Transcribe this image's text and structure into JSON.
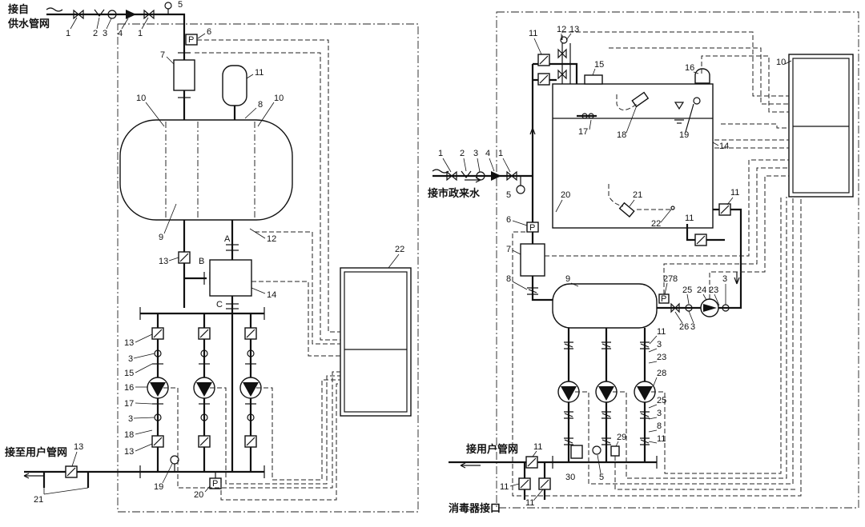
{
  "left": {
    "supply_label_line1": "接自",
    "supply_label_line2": "供水管网",
    "user_label": "接至用户管网",
    "tag_P": "P",
    "letters": {
      "A": "A",
      "B": "B",
      "C": "C"
    },
    "callouts": {
      "n1a": "1",
      "n2": "2",
      "n3": "3",
      "n4": "4",
      "n1b": "1",
      "n5": "5",
      "n6": "6",
      "n7": "7",
      "n11": "11",
      "n8": "8",
      "n10a": "10",
      "n10b": "10",
      "n9": "9",
      "n12": "12",
      "n13a": "13",
      "nB_": "B",
      "n14": "14",
      "n22": "22",
      "n13b": "13",
      "n3b": "3",
      "n15": "15",
      "n16": "16",
      "n17": "17",
      "n3c": "3",
      "n18": "18",
      "n13c": "13",
      "n13d": "13",
      "n19": "19",
      "n20": "20",
      "n21": "21"
    }
  },
  "right": {
    "city_label": "接市政来水",
    "user_label": "接用户管网",
    "disinfect_label": "消毒器接口",
    "tag_P": "P",
    "callouts": {
      "n11a": "11",
      "n12": "12",
      "n13": "13",
      "n15": "15",
      "n16": "16",
      "n10": "10",
      "n17": "17",
      "n18": "18",
      "n19": "19",
      "n14": "14",
      "n1a": "1",
      "n2": "2",
      "n3": "3",
      "n4": "4",
      "n1b": "1",
      "n5": "5",
      "n20": "20",
      "n21": "21",
      "n22": "22",
      "n11b": "11",
      "n11c": "11",
      "n6": "6",
      "n7": "7",
      "n8": "8",
      "n9": "9",
      "n27": "27",
      "n8b": "8",
      "n25": "25",
      "n24": "24",
      "n23": "23",
      "n3b": "3",
      "n26": "26",
      "n3c": "3",
      "n11d": "11",
      "n3d": "3",
      "n23b": "23",
      "n28": "28",
      "n25b": "25",
      "n3e": "3",
      "n8c": "8",
      "n11e": "11",
      "n29": "29",
      "n11f": "11",
      "n30": "30",
      "n5b": "5",
      "n11g": "11",
      "n11h": "11"
    }
  }
}
